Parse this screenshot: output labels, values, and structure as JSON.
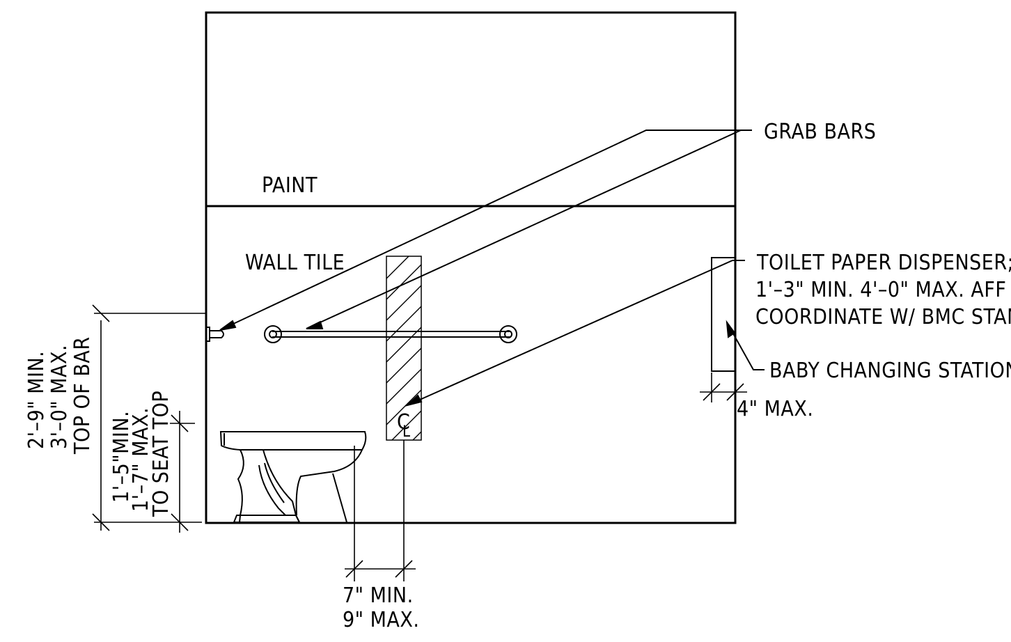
{
  "labels": {
    "paint": "PAINT",
    "wall_tile": "WALL TILE",
    "grab_bars": "GRAB BARS",
    "tp_line1": "TOILET PAPER DISPENSER;",
    "tp_line2": "1'–3\" MIN. 4'–0\" MAX. AFF",
    "tp_line3": "COORDINATE W/ BMC STANDARDS",
    "baby_station": "BABY CHANGING STATION",
    "centerline": "C",
    "centerline_sub": "L"
  },
  "dimensions": {
    "bar_line1": "2'–9\" MIN.",
    "bar_line2": "3'–0\" MAX.",
    "bar_line3": "TOP OF BAR",
    "seat_line1": "1'–5\"MIN.",
    "seat_line2": "1'–7\" MAX.",
    "seat_line3": "TO SEAT TOP",
    "offset_line1": "7\"  MIN.",
    "offset_line2": "9\"  MAX.",
    "station_line": "4\"  MAX."
  }
}
